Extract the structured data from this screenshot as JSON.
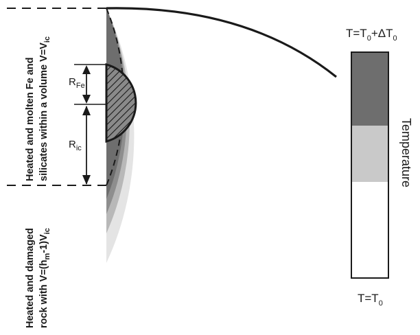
{
  "colors": {
    "zone_molten": "#6e6e6e",
    "zone_2": "#8e8e8e",
    "zone_3": "#b8b8b8",
    "zone_4": "#e4e4e4",
    "core_fill": "#8a8a8a",
    "line": "#222222"
  },
  "labels": {
    "side_upper": {
      "line1": "Heated and molten Fe and",
      "line2_main": "silicates within a volume V=V",
      "line2_sub": "ic"
    },
    "side_lower": {
      "line1": "Heated and damaged",
      "line2_a": "rock with V=(h",
      "line2_b": "m",
      "line2_c": "-1)V",
      "line2_d": "ic"
    },
    "center_temp": {
      "a": "T=T",
      "b": "0",
      "c": "+ΔT",
      "d": "0"
    },
    "r_fe": {
      "main": "R",
      "sub": "Fe"
    },
    "r_ic": {
      "main": "R",
      "sub": "ic"
    }
  },
  "colorbar": {
    "top_label": {
      "a": "T=T",
      "b": "0",
      "c": "+ΔT",
      "d": "0"
    },
    "bottom_label": {
      "a": "T=T",
      "b": "0"
    },
    "axis_label": "Temperature",
    "bands": [
      "#6e6e6e",
      "#c9c9c9",
      "#ffffff"
    ]
  }
}
